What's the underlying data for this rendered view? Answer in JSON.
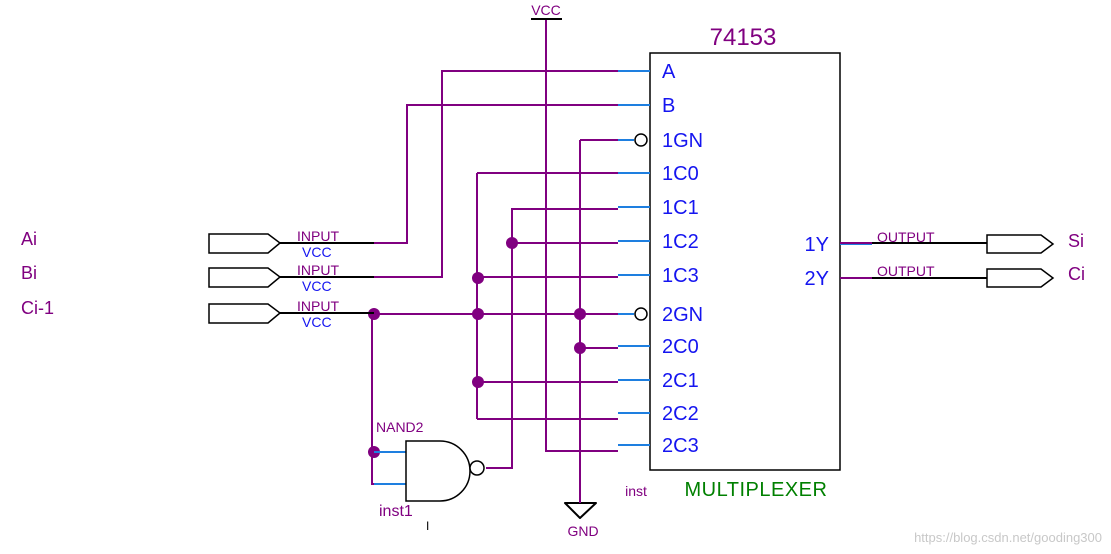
{
  "chip": {
    "part": "74153",
    "type_label": "MULTIPLEXER",
    "inst_label": "inst",
    "left_pins": [
      "A",
      "B",
      "1GN",
      "1C0",
      "1C1",
      "1C2",
      "1C3",
      "2GN",
      "2C0",
      "2C1",
      "2C2",
      "2C3"
    ],
    "right_pins": [
      "1Y",
      "2Y"
    ]
  },
  "power": {
    "vcc": "VCC",
    "gnd": "GND"
  },
  "inputs": [
    {
      "name": "Ai",
      "kind": "INPUT",
      "default": "VCC"
    },
    {
      "name": "Bi",
      "kind": "INPUT",
      "default": "VCC"
    },
    {
      "name": "Ci-1",
      "kind": "INPUT",
      "default": "VCC"
    }
  ],
  "outputs": [
    {
      "name": "Si",
      "kind": "OUTPUT"
    },
    {
      "name": "Ci",
      "kind": "OUTPUT"
    }
  ],
  "gate": {
    "type": "NAND2",
    "inst": "inst1"
  },
  "stray_mark": "I",
  "watermark": "https://blog.csdn.net/gooding300",
  "colors": {
    "wire": "#800080",
    "pin": "#1e7fe0",
    "label": "#1515f0",
    "type": "#008000"
  }
}
